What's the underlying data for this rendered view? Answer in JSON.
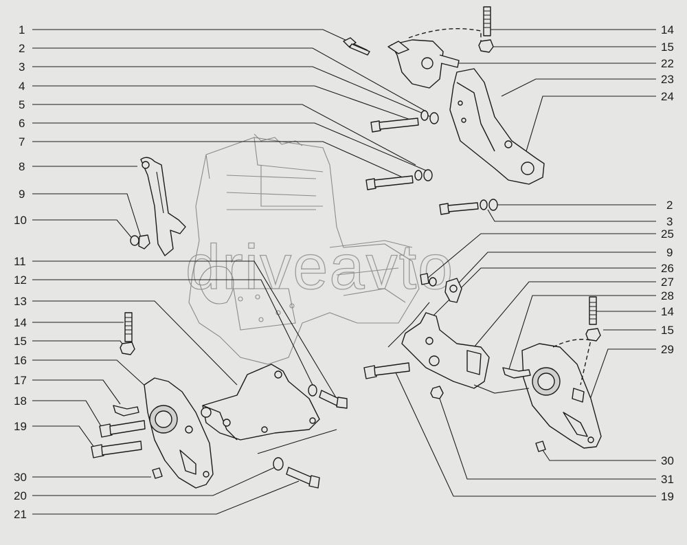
{
  "watermark": "driveavto",
  "labels_left": [
    "1",
    "2",
    "3",
    "4",
    "5",
    "6",
    "7",
    "8",
    "9",
    "10",
    "11",
    "12",
    "13",
    "14",
    "15",
    "16",
    "17",
    "18",
    "19",
    "30",
    "20",
    "21"
  ],
  "labels_right": [
    "14",
    "15",
    "22",
    "23",
    "24",
    "2",
    "3",
    "25",
    "9",
    "26",
    "27",
    "28",
    "14",
    "15",
    "29",
    "30",
    "31",
    "19"
  ],
  "colors": {
    "background": "#e6e6e4",
    "ink": "#1a1a1a",
    "engine_outline": "#8a8a8a"
  }
}
